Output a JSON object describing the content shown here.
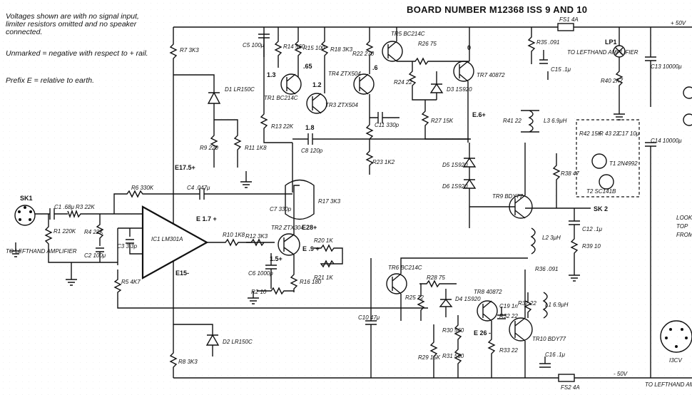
{
  "board_title": "BOARD NUMBER M12368 ISS 9 AND 10",
  "notes": [
    "Voltages shown are with no signal input, limiter resistors omitted and no speaker connected.",
    "Unmarked = negative with respect to + rail.",
    "Prefix E = relative to earth."
  ],
  "rails": {
    "pos": "+ 50V",
    "neg": "- 50V"
  },
  "connectors": {
    "sk1": "SK1",
    "sk2": "SK 2",
    "to_lefthand": "TO LEFTHAND AMPLIFIER",
    "lp1": "LP1"
  },
  "labels": {
    "r1": "R1 220K",
    "r2": "R2 10",
    "r3": "R3 22K",
    "r4": "R4 22K",
    "r5": "R5 4K7",
    "r6": "R6 330K",
    "r7": "R7 3K3",
    "r8": "R8 3K3",
    "r9": "R9 220",
    "r10": "R10 1K8",
    "r11": "R11 1K8",
    "r12": "R12 3K3",
    "r13": "R13 22K",
    "r14": "R14 560",
    "r15": "R15 100",
    "r16": "R16 180",
    "r17": "R17 3K3",
    "r18": "R18 3K3",
    "r20": "R20 1K",
    "r21": "R21 1K",
    "r22": "R22 270",
    "r23": "R23 1K2",
    "r24": "R24 22",
    "r25": "R25 22",
    "r26": "R26 75",
    "r27": "R27 15K",
    "r28": "R28 75",
    "r29": "R29 15K",
    "r30": "R30 560",
    "r31": "R31 560",
    "r32": "R32 22",
    "r33": "R33 22",
    "r35": "R35 .091",
    "r36": "R36 .091",
    "r37": "R37 22",
    "r38": "R38 47",
    "r39": "R39 10",
    "r40": "R40 2K7",
    "r41": "R41 22",
    "r42": "R42 15K",
    "r43": "R 43 22",
    "c1": "C1 .68μ",
    "c2": "C2 100μ",
    "c3": "C3 3.3p",
    "c4": "C4 .047μ",
    "c5": "C5 100μ",
    "c6": "C6 1000p",
    "c7": "C7 330p",
    "c8": "C8 120p",
    "c10": "C10 47μ",
    "c11": "C11 330p",
    "c12": "C12 .1μ",
    "c13": "C13 10000μ",
    "c14": "C14 10000μ",
    "c15": "C15 .1μ",
    "c16": "C16 .1μ",
    "c17": "C17 10μ",
    "c19": "C19 1n",
    "d1": "D1 LR150C",
    "d2": "D2 LR150C",
    "d3": "D3 1S920",
    "d4": "D4 1S920",
    "d5": "D5 1S920",
    "d6": "D6 1S920",
    "l1": "L1 6.9μH",
    "l2": "L2 3μH",
    "l3": "L3 6.9μH",
    "ic1": "IC1 LM301A",
    "tr1": "TR1 BC214C",
    "tr2": "TR2 ZTX304",
    "tr3": "TR3 ZTX504",
    "tr4": "TR4 ZTX504",
    "tr5": "TR5 BC214C",
    "tr6": "TR6 BC214C",
    "tr7": "TR7 40872",
    "tr8": "TR8 40872",
    "tr9": "TR9 BDY77",
    "tr10": "TR10 BDY77",
    "t1": "T1 2N4992",
    "t2": "T2 SC141B",
    "fs1": "FS1 4A",
    "fs2": "FS2 4A",
    "v_e17": "E17.5+",
    "v_e15": "E15-",
    "v_e17b": "E 1.7 +",
    "v_e28": "E28+",
    "v_1_3": "1.3",
    "v_65": ".65",
    "v_1_2": "1.2",
    "v_6": ".6",
    "v_0": "0",
    "v_1_8": "1.8",
    "v_e6": "E.6+",
    "v_1_5": "1.5+",
    "v_9": "E .9 +",
    "v_e26": "E 26 -",
    "look": "LOOK",
    "top": "TOP",
    "from": "FROM",
    "i3cv": "I3CV"
  }
}
